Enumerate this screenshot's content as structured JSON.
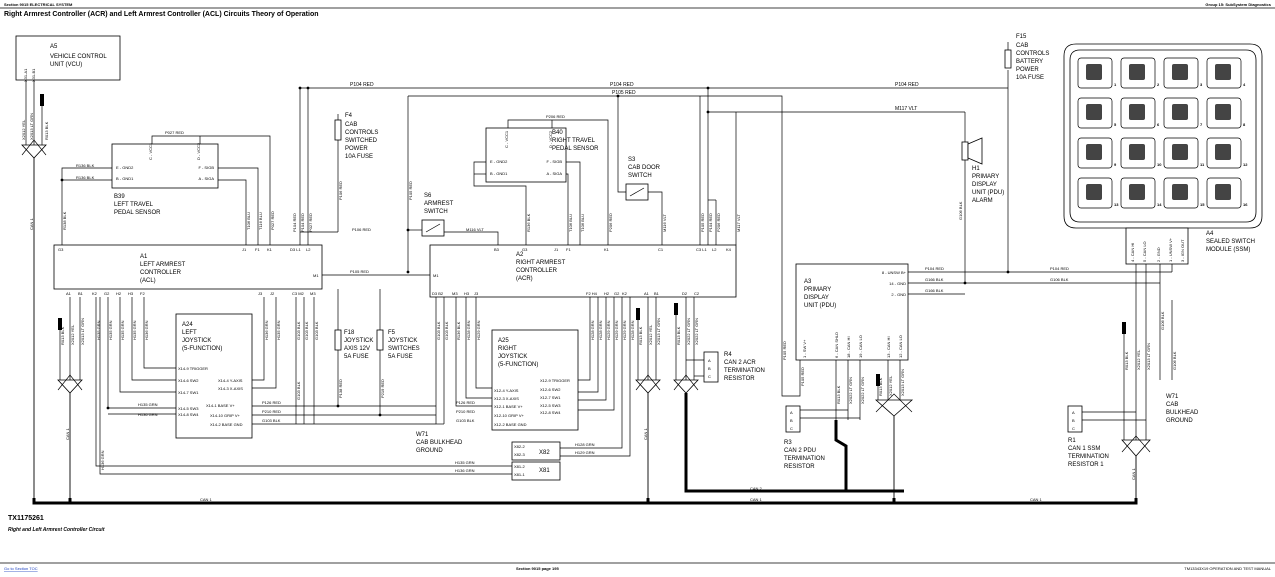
{
  "header": {
    "left": "Section 9015 ELECTRICAL SYSTEM",
    "right": "Group 15: SubSystem Diagnostics",
    "title": "Right Armrest Controller (ACR) and Left Armrest Controller (ACL) Circuits Theory of Operation"
  },
  "footer": {
    "figure_id": "TX1175261",
    "caption": "Right and Left Armrest Controller Circuit",
    "link": "Go to Section TOC",
    "page": "Section 9015 page 195",
    "manual": "TM13343X19 OPERATION AND TEST MANUAL"
  },
  "components": {
    "vcu": {
      "ref": "A5",
      "lines": [
        "VEHICLE CONTROL",
        "UNIT (VCU)"
      ],
      "pins": [
        "X31-A1",
        "X31-B1"
      ]
    },
    "f15": {
      "ref": "F15",
      "lines": [
        "CAB",
        "CONTROLS",
        "BATTERY",
        "POWER",
        "10A FUSE"
      ]
    },
    "f4": {
      "ref": "F4",
      "lines": [
        "CAB",
        "CONTROLS",
        "SWITCHED",
        "POWER",
        "10A FUSE"
      ]
    },
    "b40": {
      "ref": "B40",
      "lines": [
        "RIGHT TRAVEL",
        "PEDAL SENSOR"
      ],
      "pins": [
        "C - VCC1",
        "D - VCC2",
        "E - GND2",
        "F - SIGB",
        "B - GND1",
        "A - SIGA"
      ]
    },
    "b39": {
      "ref": "B39",
      "lines": [
        "LEFT TRAVEL",
        "PEDAL SENSOR"
      ],
      "pins": [
        "C - VCC1",
        "D - VCC2",
        "E - GND2",
        "F - SIGB",
        "B - GND1",
        "A - SIGA"
      ]
    },
    "s3": {
      "ref": "S3",
      "lines": [
        "CAB DOOR",
        "SWITCH"
      ]
    },
    "s6": {
      "ref": "S6",
      "lines": [
        "ARMREST",
        "SWITCH"
      ]
    },
    "h1": {
      "ref": "H1",
      "lines": [
        "PRIMARY",
        "DISPLAY",
        "UNIT (PDU)",
        "ALARM"
      ]
    },
    "a1": {
      "ref": "A1",
      "lines": [
        "LEFT ARMREST",
        "CONTROLLER",
        "(ACL)"
      ],
      "top_pins": [
        "G3",
        "J1",
        "F1",
        "K1",
        "D3 L1",
        "L2"
      ],
      "side_pin": "M1",
      "bottom_pins": [
        "A1",
        "B1",
        "K2",
        "G2",
        "H2",
        "H3",
        "F2",
        "J3",
        "J2",
        "C3 M2",
        "M3"
      ]
    },
    "a2": {
      "ref": "A2",
      "lines": [
        "RIGHT ARMREST",
        "CONTROLLER",
        "(ACR)"
      ],
      "top_pins": [
        "B3",
        "G3",
        "J1",
        "F1",
        "K1",
        "C1",
        "C3 L1",
        "L2",
        "K4"
      ],
      "side_pin": "M1",
      "bottom_pins": [
        "D3 B2",
        "M3",
        "H3",
        "J3",
        "F2 H4",
        "H2",
        "G2",
        "K2",
        "A1",
        "B1",
        "D2",
        "C2"
      ]
    },
    "a24": {
      "ref": "A24",
      "lines": [
        "LEFT",
        "JOYSTICK",
        "(5-FUNCTION)"
      ],
      "pins": [
        "X14-9 TRIGGER",
        "X14-6 SW2",
        "X14-4 Y-AXIS",
        "X14-7 SW1",
        "X14-3 X-AXIS",
        "X14-5 SW3",
        "X14-8 SW4",
        "X14-1 BASE V+",
        "X14-10 GRIP V+",
        "X14-2 BASE GND"
      ]
    },
    "a25": {
      "ref": "A25",
      "lines": [
        "RIGHT",
        "JOYSTICK",
        "(5-FUNCTION)"
      ],
      "pins": [
        "X12-9 TRIGGER",
        "X12-4 Y-AXIS",
        "X12-6 SW2",
        "X12-3 X-AXIS",
        "X12-7 SW1",
        "X12-5 SW3",
        "X12-1 BASE V+",
        "X12-8 SW4",
        "X12-10 GRIP V+",
        "X12-2 BASE GND"
      ]
    },
    "f18": {
      "ref": "F18",
      "lines": [
        "JOYSTICK",
        "AXIS 12V",
        "5A FUSE"
      ]
    },
    "f5": {
      "ref": "F5",
      "lines": [
        "JOYSTICK",
        "SWITCHES",
        "5A FUSE"
      ]
    },
    "w71a": {
      "ref": "W71",
      "lines": [
        "CAB BULKHEAD",
        "GROUND"
      ]
    },
    "w71b": {
      "ref": "W71",
      "lines": [
        "CAB",
        "BULKHEAD",
        "GROUND"
      ]
    },
    "x82": {
      "ref": "X82",
      "pins": [
        "X82-2",
        "X82-3"
      ]
    },
    "x81": {
      "ref": "X81",
      "pins": [
        "X81-2",
        "X81-1"
      ]
    },
    "r4": {
      "ref": "R4",
      "lines": [
        "CAN 2 ACR",
        "TERMINATION",
        "RESISTOR"
      ]
    },
    "a3": {
      "ref": "A3",
      "lines": [
        "PRIMARY",
        "DISPLAY",
        "UNIT (PDU)"
      ],
      "right_pins": [
        "8 - UNSW B+",
        "14 - GND",
        "2 - GND"
      ],
      "bottom_pins": [
        "1 - SW V+",
        "6 - CAN SHLD",
        "18 - CAN HI",
        "19 - CAN LO",
        "13 - CAN HI",
        "12 - CAN LO"
      ]
    },
    "r3": {
      "ref": "R3",
      "lines": [
        "CAN 2 PDU",
        "TERMINATION",
        "RESISTOR"
      ]
    },
    "a4": {
      "ref": "A4",
      "lines": [
        "SEALED SWITCH",
        "MODULE (SSM)"
      ],
      "pins": [
        "4 - CAN HI",
        "5 - CAN LO",
        "2 - GND",
        "1 - UNSW V+",
        "3 - IGN OUT"
      ],
      "keys": [
        "1",
        "2",
        "3",
        "4",
        "5",
        "6",
        "7",
        "8",
        "9",
        "10",
        "11",
        "12",
        "13",
        "14",
        "15",
        "16"
      ]
    },
    "r1": {
      "ref": "R1",
      "lines": [
        "CAN 1 SSM",
        "TERMINATION",
        "RESISTOR 1"
      ]
    },
    "term_pins": [
      "A",
      "B",
      "C"
    ]
  },
  "wires": {
    "p104": "P104 RED",
    "p105": "P105 RED",
    "m117": "M117 VLT",
    "p027": "P027 RED",
    "p206": "P206 RED",
    "r136": "R136 BLK",
    "t106": "T106 BLU",
    "t116": "T116 BLU",
    "p106": "P106 RED",
    "m116": "M116 VLT",
    "r138": "R138 BLK",
    "x2012a": "X2012 YEL",
    "x2013a": "X2013 LT GRN",
    "r013": "R013 BLK",
    "x2022": "X2022 LT GRN",
    "g106": "G106 BLK",
    "g166": "G166 BLK",
    "g103": "G103 BLK",
    "h135": "H135 GRN",
    "h136": "H136 GRN",
    "p126": "P126 RED",
    "p210": "P210 RED",
    "h128": "H128 GRN",
    "h129": "H129 GRN",
    "p138": "P138 RED",
    "p219": "P219 RED",
    "can1": "CAN 1",
    "can2": "CAN 2"
  }
}
